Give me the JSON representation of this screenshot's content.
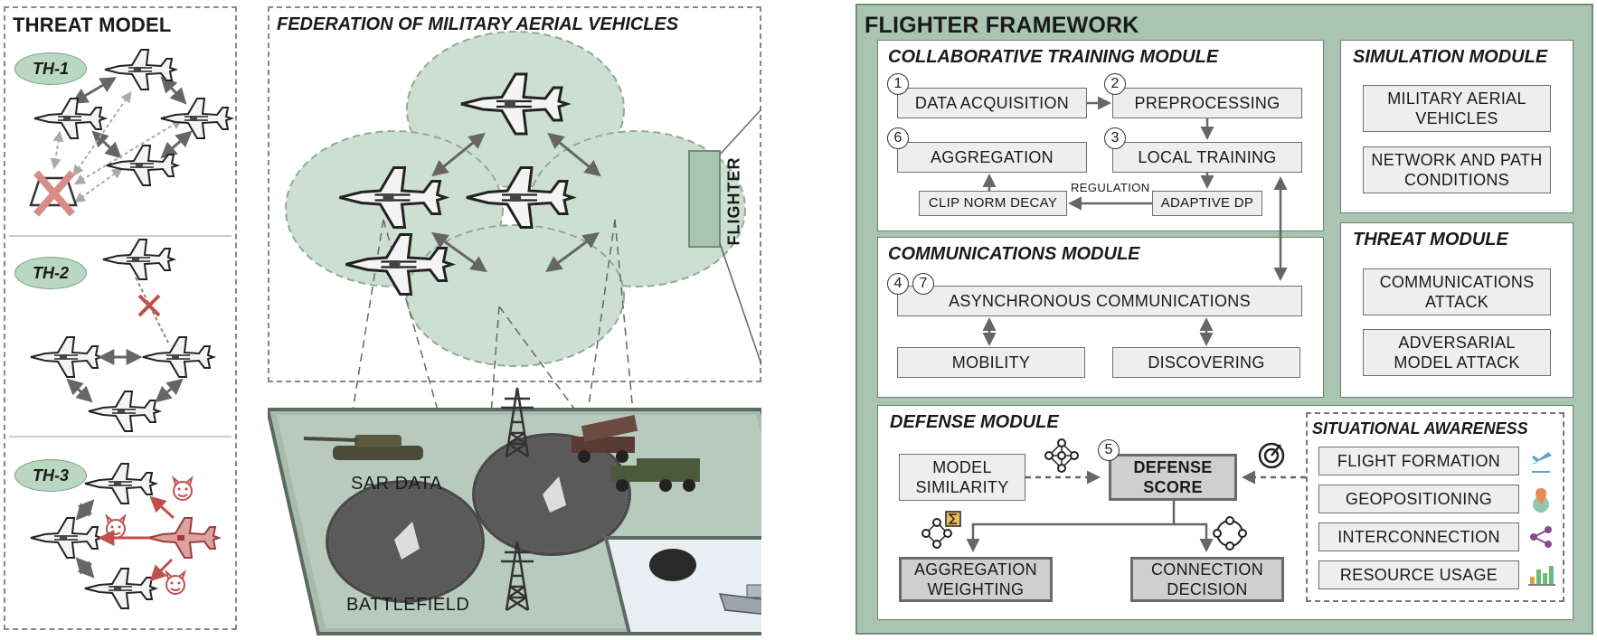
{
  "threat_model": {
    "title": "THREAT MODEL",
    "th1": "TH-1",
    "th2": "TH-2",
    "th3": "TH-3"
  },
  "federation": {
    "title": "FEDERATION OF MILITARY AERIAL VEHICLES",
    "flighter_tag": "FLIGHTER"
  },
  "battlefield": {
    "sar_label": "SAR DATA",
    "battlefield_label": "BATTLEFIELD"
  },
  "framework": {
    "title": "FLIGHTER FRAMEWORK",
    "collab": {
      "title": "COLLABORATIVE TRAINING MODULE",
      "data_acquisition": "DATA ACQUISITION",
      "preprocessing": "PREPROCESSING",
      "aggregation": "AGGREGATION",
      "local_training": "LOCAL TRAINING",
      "clip_norm_decay": "CLIP NORM DECAY",
      "adaptive_dp": "ADAPTIVE DP",
      "regulation": "REGULATION",
      "n1": "1",
      "n2": "2",
      "n3": "3",
      "n6": "6"
    },
    "simulation": {
      "title": "SIMULATION MODULE",
      "military": "MILITARY AERIAL VEHICLES",
      "network": "NETWORK AND PATH CONDITIONS"
    },
    "communications": {
      "title": "COMMUNICATIONS MODULE",
      "async": "ASYNCHRONOUS COMMUNICATIONS",
      "mobility": "MOBILITY",
      "discovering": "DISCOVERING",
      "n4": "4",
      "n7": "7"
    },
    "threat": {
      "title": "THREAT MODULE",
      "comm_attack": "COMMUNICATIONS ATTACK",
      "adv_attack": "ADVERSARIAL MODEL ATTACK"
    },
    "defense": {
      "title": "DEFENSE MODULE",
      "model_similarity": "MODEL SIMILARITY",
      "defense_score": "DEFENSE SCORE",
      "aggregation_weighting": "AGGREGATION WEIGHTING",
      "connection_decision": "CONNECTION DECISION",
      "n5": "5"
    },
    "situational": {
      "title": "SITUATIONAL AWARENESS",
      "flight_formation": "FLIGHT FORMATION",
      "geopositioning": "GEOPOSITIONING",
      "interconnection": "INTERCONNECTION",
      "resource_usage": "RESOURCE USAGE"
    }
  },
  "colors": {
    "framework_bg": "#a9c4b1",
    "bubble": "#cddfd2",
    "attack_red": "#c0504d"
  }
}
